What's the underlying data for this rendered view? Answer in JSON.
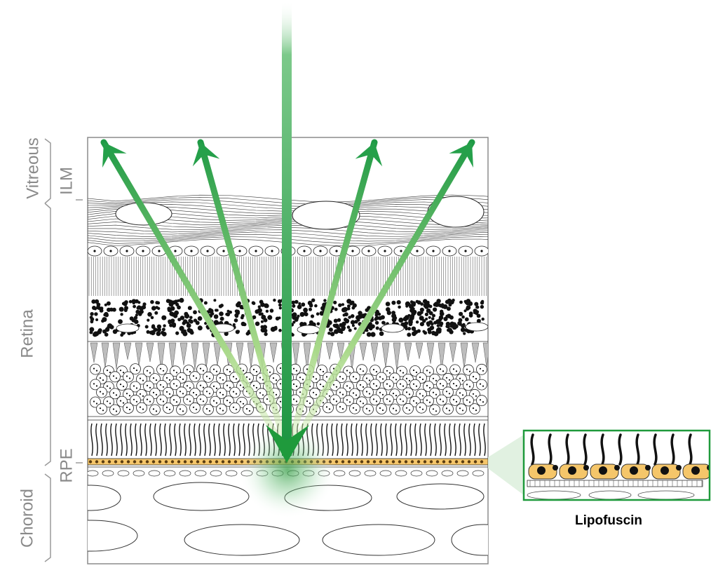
{
  "labels": {
    "vitreous": "Vitreous",
    "ilm": "ILM",
    "retina": "Retina",
    "rpe": "RPE",
    "choroid": "Choroid"
  },
  "inset": {
    "caption": "Lipofuscin"
  },
  "colors": {
    "beam": "#1f9a3c",
    "beam_light": "#c9e8a9",
    "rpe_cell": "#f5c66a",
    "inset_border": "#1f9a3c",
    "label_gray": "#8a8a8a"
  }
}
